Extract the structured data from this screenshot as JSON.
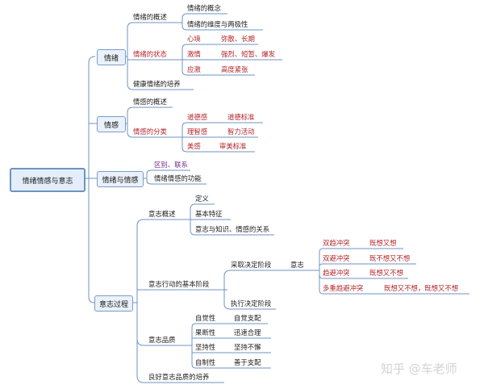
{
  "root": "情绪情感与意志",
  "emotion": {
    "title": "情绪",
    "overview": "情绪的概述",
    "overview_items": [
      "情绪的概念",
      "情绪的维度与两极性"
    ],
    "states": "情绪的状态",
    "state_rows": [
      {
        "name": "心境",
        "desc": "弥散、长期"
      },
      {
        "name": "激情",
        "desc": "强烈、短暂、爆发"
      },
      {
        "name": "应激",
        "desc": "高度紧张"
      }
    ],
    "healthy": "健康情绪的培养"
  },
  "feeling": {
    "title": "情感",
    "overview": "情感的概述",
    "classes": "情感的分类",
    "class_rows": [
      {
        "name": "道德感",
        "desc": "道德标准"
      },
      {
        "name": "理智感",
        "desc": "智力活动"
      },
      {
        "name": "美感",
        "desc": "审美标准"
      }
    ]
  },
  "emo_feel": {
    "title": "情绪与情感",
    "items": [
      "区别、联系",
      "情绪情感的功能"
    ]
  },
  "will": {
    "title": "意志过程",
    "overview": "意志概述",
    "overview_items": [
      "定义",
      "基本特征",
      "意志与知识、情感的关系"
    ],
    "stages": "意志行动的基本阶段",
    "decide": "采取决定阶段",
    "conflict": "意志",
    "conflict_rows": [
      {
        "name": "双趋冲突",
        "desc": "既想又想"
      },
      {
        "name": "双避冲突",
        "desc": "既不想又不想"
      },
      {
        "name": "趋避冲突",
        "desc": "既想又不想"
      },
      {
        "name": "多重趋避冲突",
        "desc": "既想又不想，既想又不想"
      }
    ],
    "execute": "执行决定阶段",
    "quality": "意志品质",
    "quality_rows": [
      {
        "name": "自觉性",
        "desc": "自觉支配"
      },
      {
        "name": "果断性",
        "desc": "迅速合理"
      },
      {
        "name": "坚持性",
        "desc": "坚持不懈"
      },
      {
        "name": "自制性",
        "desc": "善于支配"
      }
    ],
    "good_quality": "良好意志品质的培养"
  },
  "watermark": "知乎 @车老师",
  "colors": {
    "line": "#6f93c2",
    "red": "#b2242a",
    "purple": "#7a2d8f",
    "box": "#eaf1fa"
  }
}
